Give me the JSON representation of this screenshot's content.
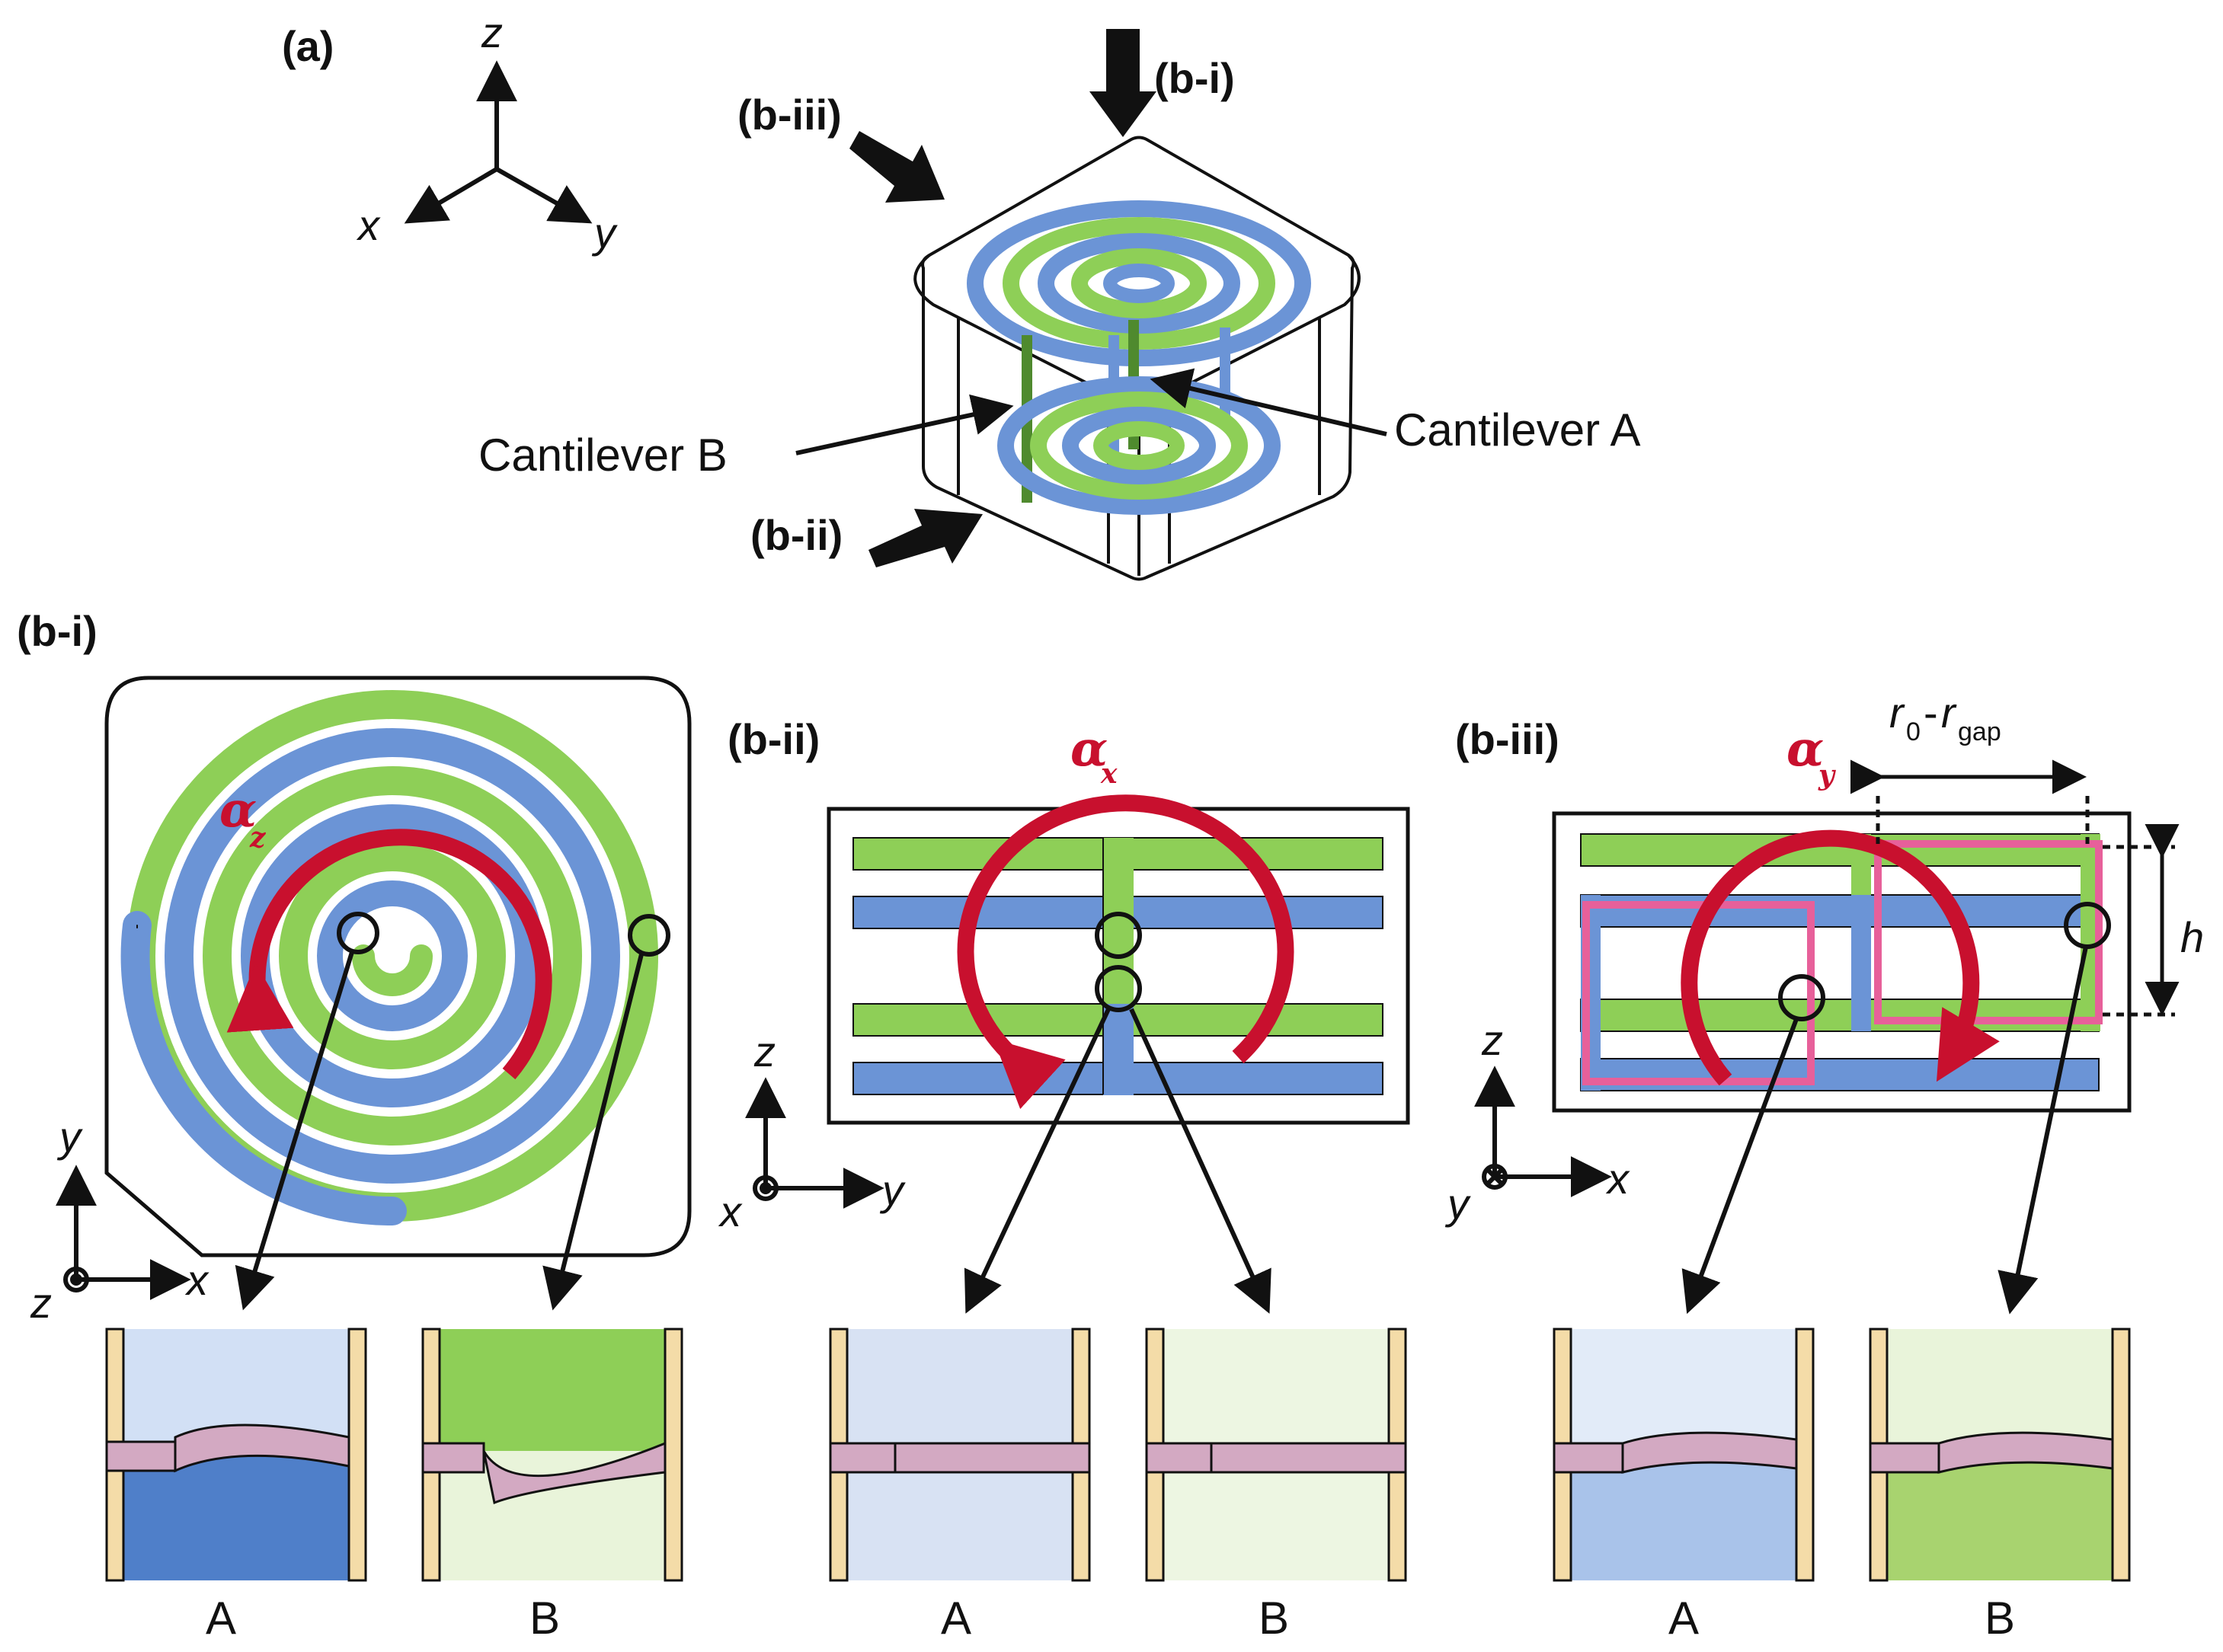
{
  "panels": {
    "a": "(a)",
    "b_i": "(b-i)",
    "b_ii": "(b-ii)",
    "b_iii": "(b-iii)"
  },
  "axes": {
    "x": "x",
    "y": "y",
    "z": "z"
  },
  "cantilever_a": "Cantilever A",
  "cantilever_b": "Cantilever B",
  "rotation_symbols": {
    "alpha": "α",
    "sub_z": "z",
    "sub_x": "x",
    "sub_y": "y"
  },
  "dimensions": {
    "r": "r",
    "r_sub": "0",
    "dash": "-",
    "gap_r": "r",
    "gap_sub": "gap",
    "h": "h"
  },
  "insets": {
    "a": "A",
    "b": "B"
  },
  "colors": {
    "green": "#8ecf57",
    "blue": "#6b94d6",
    "red": "#c8102e",
    "pink": "#e7609a",
    "beam": "#d3a9c2",
    "wall": "#f4dca8"
  }
}
